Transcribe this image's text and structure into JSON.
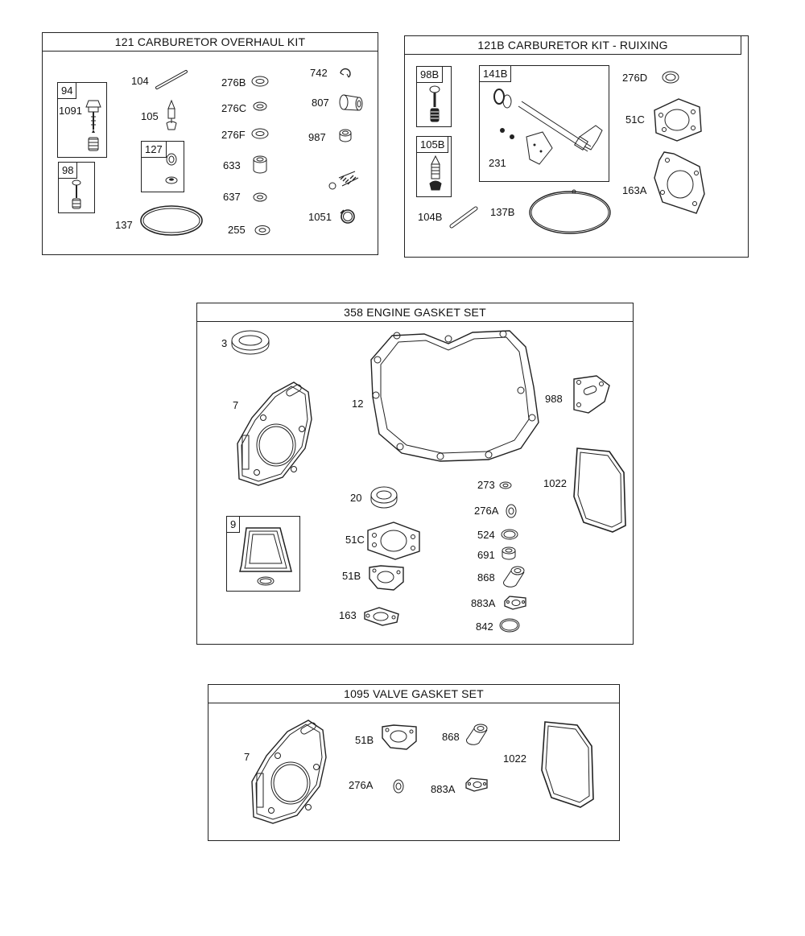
{
  "kits": {
    "carb_overhaul": {
      "title": "121 CARBURETOR OVERHAUL KIT",
      "sub94": "94",
      "sub98": "98",
      "sub127": "127",
      "labels": {
        "p1091": "1091",
        "p104": "104",
        "p105": "105",
        "p137": "137",
        "p276B": "276B",
        "p276C": "276C",
        "p276F": "276F",
        "p633": "633",
        "p637": "637",
        "p255": "255",
        "p742": "742",
        "p807": "807",
        "p987": "987",
        "p1051": "1051"
      }
    },
    "carb_ruixing": {
      "title": "121B CARBURETOR KIT - RUIXING",
      "sub98B": "98B",
      "sub105B": "105B",
      "sub141B": "141B",
      "labels": {
        "p231": "231",
        "p104B": "104B",
        "p137B": "137B",
        "p276D": "276D",
        "p51C": "51C",
        "p163A": "163A"
      }
    },
    "engine_gasket": {
      "title": "358 ENGINE GASKET SET",
      "sub9": "9",
      "labels": {
        "p3": "3",
        "p7": "7",
        "p12": "12",
        "p988": "988",
        "p20": "20",
        "p51C": "51C",
        "p51B": "51B",
        "p163": "163",
        "p273": "273",
        "p276A": "276A",
        "p524": "524",
        "p691": "691",
        "p868": "868",
        "p883A": "883A",
        "p842": "842",
        "p1022": "1022"
      }
    },
    "valve_gasket": {
      "title": "1095 VALVE GASKET SET",
      "labels": {
        "p7": "7",
        "p51B": "51B",
        "p868": "868",
        "p1022": "1022",
        "p276A": "276A",
        "p883A": "883A"
      }
    }
  }
}
